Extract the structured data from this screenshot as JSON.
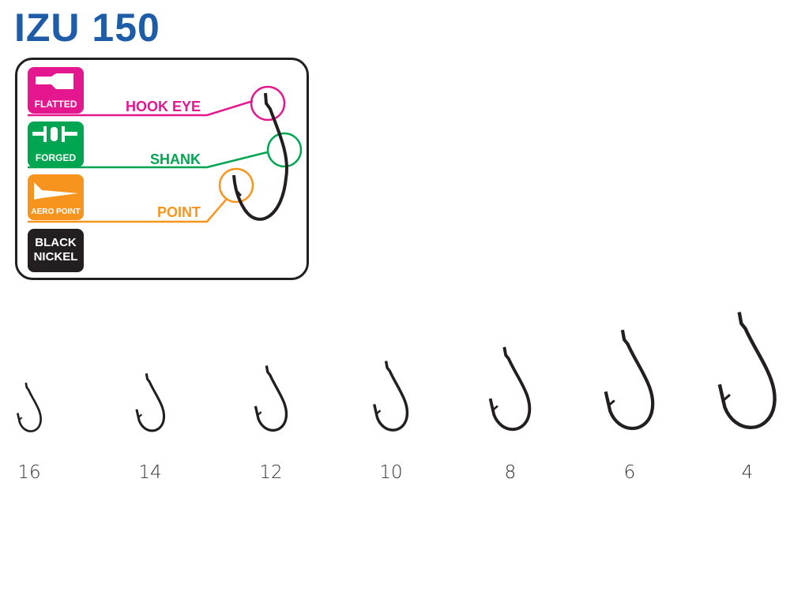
{
  "title": "IZU 150",
  "legend": {
    "badges": [
      {
        "label": "FLATTED",
        "icon": "flatted-icon",
        "color": "#e5178f"
      },
      {
        "label": "FORGED",
        "icon": "forged-icon",
        "color": "#00a551"
      },
      {
        "label": "AERO POINT",
        "icon": "aero-point-icon",
        "color": "#f7941d"
      },
      {
        "label_line1": "BLACK",
        "label_line2": "NICKEL",
        "color": "#231f20"
      }
    ],
    "features": [
      {
        "label": "HOOK EYE",
        "color": "#e5178f"
      },
      {
        "label": "SHANK",
        "color": "#00a551"
      },
      {
        "label": "POINT",
        "color": "#f7941d"
      }
    ]
  },
  "hook_sizes": [
    "16",
    "14",
    "12",
    "10",
    "8",
    "6",
    "4"
  ]
}
